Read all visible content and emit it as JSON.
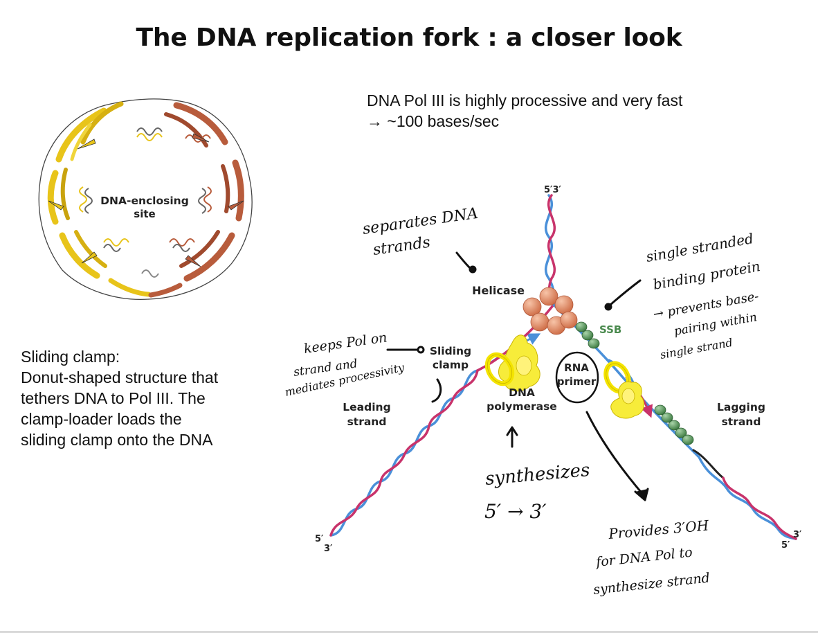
{
  "title": "The DNA replication fork : a closer look",
  "speed_note": {
    "line1": "DNA Pol III is highly processive and very fast",
    "line2": "→ ~100 bases/sec"
  },
  "clamp_note": {
    "lines": [
      "Sliding clamp:",
      "Donut-shaped structure that",
      "tethers DNA to Pol III. The",
      "clamp-loader loads the",
      "sliding clamp onto the DNA"
    ]
  },
  "structure_image": {
    "site_label_1": "DNA-enclosing",
    "site_label_2": "site"
  },
  "diagram": {
    "top_end": "5′3′",
    "left_end_5": "5′",
    "left_end_3": "3′",
    "right_end_3": "3′",
    "right_end_5": "5′",
    "helicase": "Helicase",
    "ssb": "SSB",
    "sliding_clamp_1": "Sliding",
    "sliding_clamp_2": "clamp",
    "dna_pol_1": "DNA",
    "dna_pol_2": "polymerase",
    "rna_primer_1": "RNA",
    "rna_primer_2": "primer",
    "leading_1": "Leading",
    "leading_2": "strand",
    "lagging_1": "Lagging",
    "lagging_2": "strand",
    "colors": {
      "strand_blue": "#4a90d9",
      "strand_red": "#c8336b",
      "helicase": "#e8936d",
      "ssb": "#5a9b5e",
      "clamp": "#f4e400",
      "pol": "#f7ec3a"
    }
  },
  "handwritten": {
    "separates_1": "separates DNA",
    "separates_2": "strands",
    "keeps_1": "keeps Pol on",
    "keeps_2": "strand and",
    "keeps_3": "mediates processivity",
    "synth_1": "synthesizes",
    "synth_2": "5′ → 3′",
    "ssb_1": "single stranded",
    "ssb_2": "binding protein",
    "ssb_3": "→ prevents base-",
    "ssb_4": "pairing within",
    "ssb_5": "single strand",
    "primer_1": "Provides 3′OH",
    "primer_2": "for DNA Pol to",
    "primer_3": "synthesize strand"
  }
}
